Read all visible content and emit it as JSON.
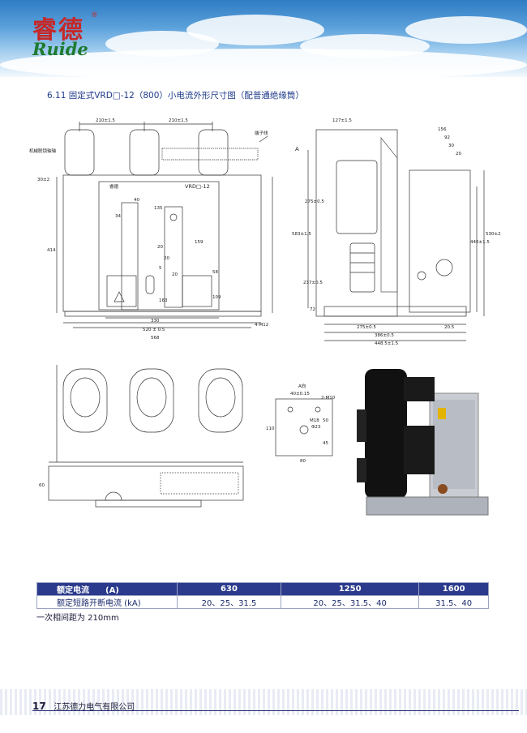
{
  "brand": {
    "name_cn": "睿德",
    "name_en": "Ruide",
    "reg_mark": "®"
  },
  "title": "6.11 固定式VRD□-12（800）小电流外形尺寸图（配普通绝缘筒）",
  "front_view": {
    "dims_top": [
      "210±1.5",
      "210±1.5"
    ],
    "callouts": [
      "机械联锁轴轴",
      "端子线"
    ],
    "dims_left": [
      "30±2",
      "414"
    ],
    "panel_label": "VRD□-12",
    "panel_logo": "睿德",
    "dims_inner": [
      "40",
      "135",
      "34",
      "20",
      "20",
      "5",
      "20",
      "159",
      "163",
      "58",
      "109"
    ],
    "dims_bottom": [
      "330",
      "520 ± 0.5",
      "568"
    ],
    "bolt": "4-M12"
  },
  "side_view": {
    "dims_top": [
      "127±1.5",
      "156",
      "92",
      "30",
      "20"
    ],
    "dims_left": [
      "275±0.5",
      "583±1.5",
      "237±0.5",
      "72"
    ],
    "dims_right": [
      "446±1.5",
      "530±2"
    ],
    "dims_bottom": [
      "275±0.5",
      "20.5",
      "386±0.5",
      "448.5±1.5"
    ],
    "section_mark": "A"
  },
  "detail_view": {
    "label": "A向",
    "dims": [
      "40±0.15",
      "2-M10",
      "M18",
      "Φ23",
      "50",
      "110",
      "45",
      "80"
    ]
  },
  "bottom_view": {
    "dims": [
      "60"
    ]
  },
  "spec_table": {
    "headers": [
      "额定电流　　(A)",
      "630",
      "1250",
      "1600"
    ],
    "rows": [
      [
        "额定短路开断电流 (kA)",
        "20、25、31.5",
        "20、25、31.5、40",
        "31.5、40"
      ]
    ]
  },
  "note": "一次相间距为 210mm",
  "footer": {
    "page": "17",
    "company": "江苏德力电气有限公司"
  }
}
